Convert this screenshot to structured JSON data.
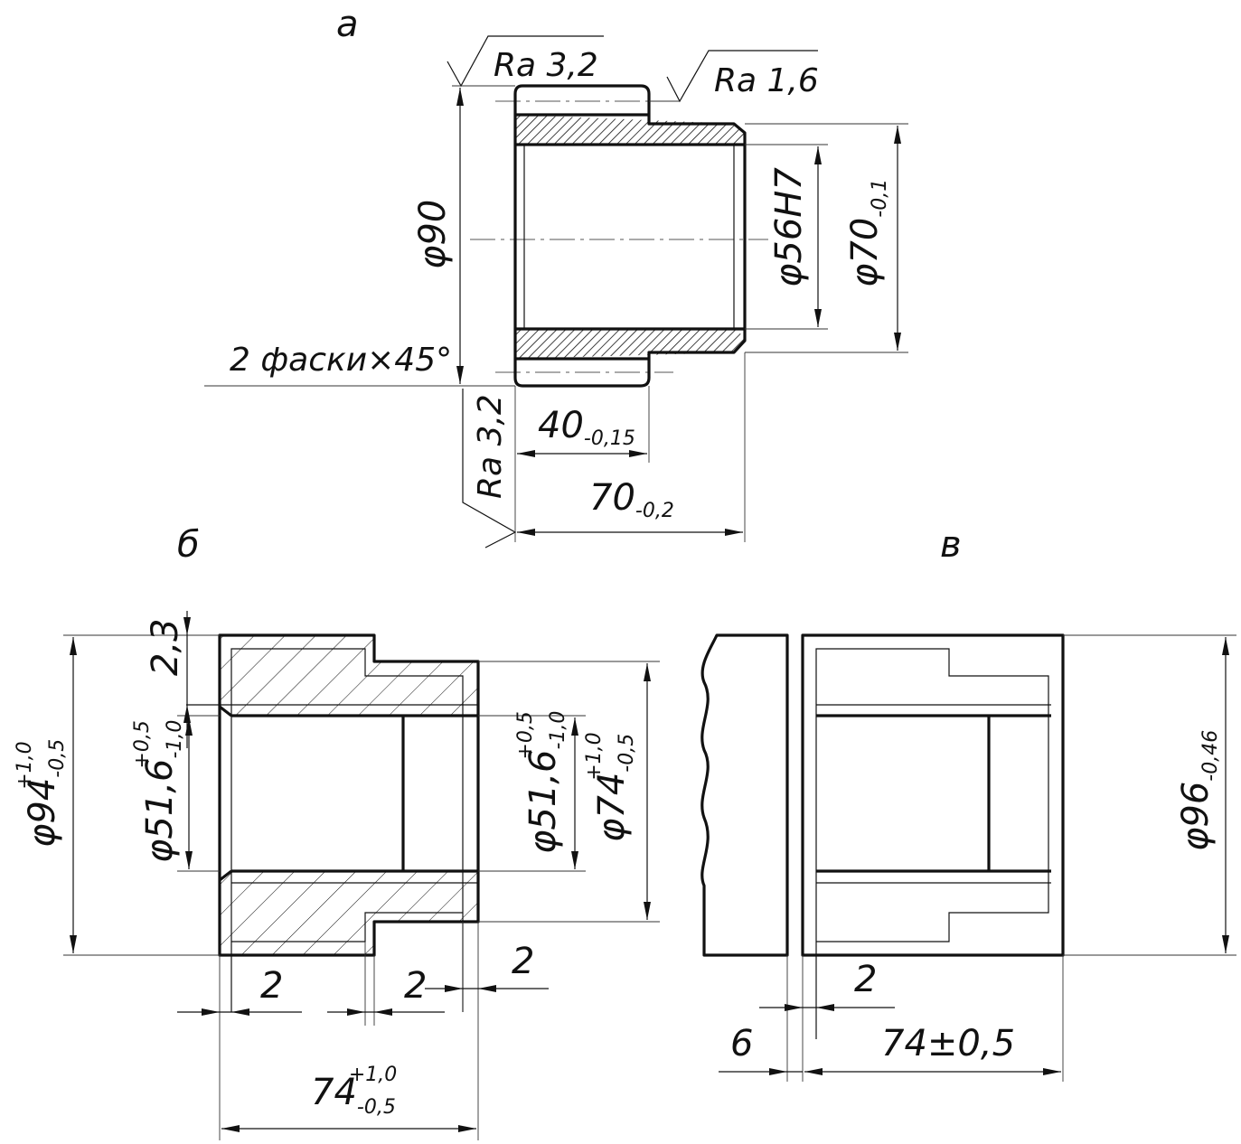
{
  "views": {
    "a": {
      "label": "а",
      "ra_top_left": "Ra 3,2",
      "ra_top_right": "Ra 1,6",
      "ra_left_bottom": "Ra 3,2",
      "dia_90": "φ90",
      "dia_56": "φ56H7",
      "dia_70_main": "φ70",
      "dia_70_tol": "-0,1",
      "chamfer_note": "2 фаски×45°",
      "len_40_main": "40",
      "len_40_tol": "-0,15",
      "len_70_main": "70",
      "len_70_tol": "-0,2"
    },
    "b": {
      "label": "б",
      "dim_2_3": "2,3",
      "dia_94_main": "φ94",
      "dia_94_up": "+1,0",
      "dia_94_low": "-0,5",
      "dia_516_left_main": "φ51,6",
      "dia_516_left_up": "+0,5",
      "dia_516_left_low": "-1,0",
      "dia_516_right_main": "φ51,6",
      "dia_516_right_up": "+0,5",
      "dia_516_right_low": "-1,0",
      "dia_74_main": "φ74",
      "dia_74_up": "+1,0",
      "dia_74_low": "-0,5",
      "allow_1": "2",
      "allow_2": "2",
      "allow_3": "2",
      "len_74_main": "74",
      "len_74_up": "+1,0",
      "len_74_low": "-0,5"
    },
    "v": {
      "label": "в",
      "dia_96_main": "φ96",
      "dia_96_tol": "-0,46",
      "cut_6": "6",
      "allow_2": "2",
      "len_74": "74±0,5"
    }
  }
}
